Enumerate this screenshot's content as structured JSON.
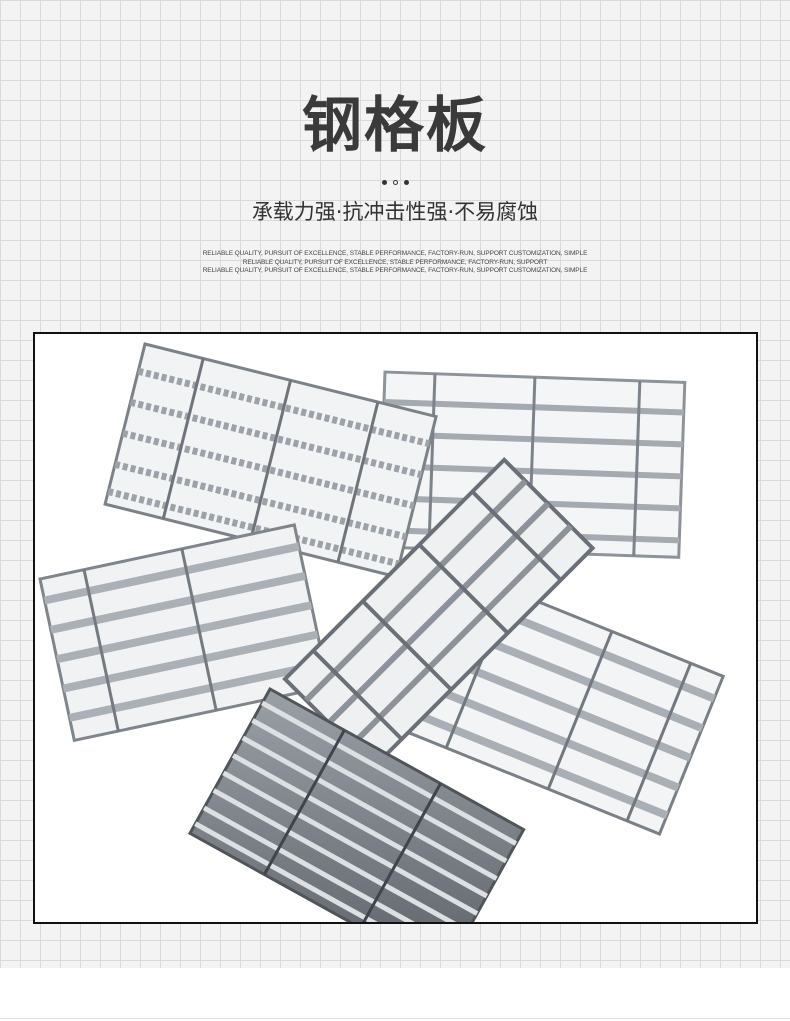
{
  "title": "钢格板",
  "subtitle": "承载力强·抗冲击性强·不易腐蚀",
  "tagline_lines": [
    "RELIABLE QUALITY, PURSUIT OF EXCELLENCE, STABLE PERFORMANCE, FACTORY-RUN, SUPPORT CUSTOMIZATION, SIMPLE",
    "RELIABLE QUALITY, PURSUIT OF EXCELLENCE, STABLE PERFORMANCE, FACTORY-RUN, SUPPORT",
    "RELIABLE QUALITY, PURSUIT OF EXCELLENCE, STABLE PERFORMANCE, FACTORY-RUN, SUPPORT CUSTOMIZATION, SIMPLE"
  ],
  "colors": {
    "background": "#f3f3f3",
    "grid_line": "#d9d9d9",
    "title_text": "#3a3a3a",
    "body_text": "#333333",
    "frame_border": "#111111",
    "steel_light": "#e6e8ea",
    "steel_mid": "#b9bec3",
    "steel_dark": "#6f757b"
  },
  "image": {
    "subject": "steel-grating-panels"
  }
}
